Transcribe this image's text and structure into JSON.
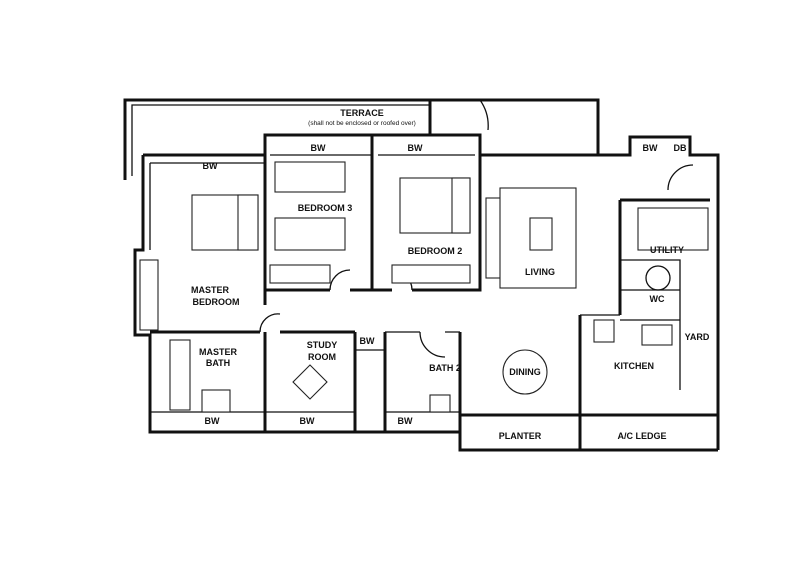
{
  "plan": {
    "rooms": {
      "terrace": "TERRACE",
      "terrace_note": "(shall not be enclosed or roofed over)",
      "master_bedroom_1": "MASTER",
      "master_bedroom_2": "BEDROOM",
      "bedroom3": "BEDROOM 3",
      "bedroom2": "BEDROOM 2",
      "living": "LIVING",
      "utility": "UTILITY",
      "wc": "WC",
      "yard": "YARD",
      "kitchen": "KITCHEN",
      "dining": "DINING",
      "master_bath_1": "MASTER",
      "master_bath_2": "BATH",
      "study_1": "STUDY",
      "study_2": "ROOM",
      "bath2": "BATH 2",
      "planter": "PLANTER",
      "ac_ledge": "A/C LEDGE",
      "db": "DB"
    },
    "bw": "BW"
  }
}
